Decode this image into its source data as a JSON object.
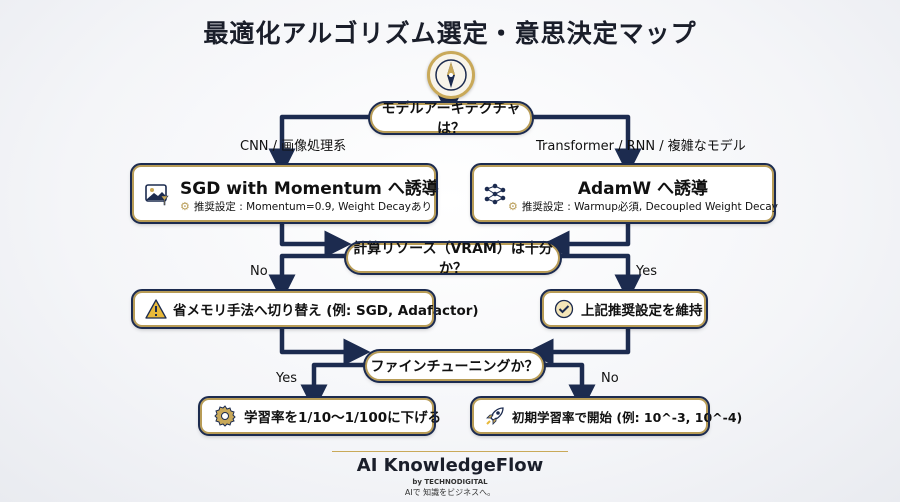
{
  "title": "最適化アルゴリズム選定・意思決定マップ",
  "q1": "モデルアーキテクチャは？",
  "branch_left": "CNN / 画像処理系",
  "branch_right": "Transformer / RNN / 複雑なモデル",
  "sgd": {
    "heading": "SGD with Momentum へ誘導",
    "setting": "推奨設定 : Momentum=0.9, Weight Decayあり"
  },
  "adamw": {
    "heading": "AdamW へ誘導",
    "setting": "推奨設定 : Warmup必須, Decoupled Weight Decay"
  },
  "q2": "計算リソース（VRAM）は十分か？",
  "no_label_1": "No",
  "yes_label_1": "Yes",
  "memory_action": "省メモリ手法へ切り替え (例: SGD, Adafactor)",
  "keep_action": "上記推奨設定を維持",
  "q3": "ファインチューニングか？",
  "yes_label_2": "Yes",
  "no_label_2": "No",
  "lr_lower": "学習率を1/10〜1/100に下げる",
  "lr_start": "初期学習率で開始 (例: 10^-3, 10^-4)",
  "footer": {
    "brand": "AI KnowledgeFlow",
    "by": "by TECHNODIGITAL",
    "tagline": "AIで 知識をビジネスへ。"
  },
  "colors": {
    "navy": "#1c2b4f",
    "gold": "#b89c56",
    "warning": "#e8b93a"
  },
  "icons": [
    "compass-icon",
    "image-icon",
    "network-icon",
    "gear-icon",
    "warning-icon",
    "check-icon",
    "rocket-icon"
  ]
}
